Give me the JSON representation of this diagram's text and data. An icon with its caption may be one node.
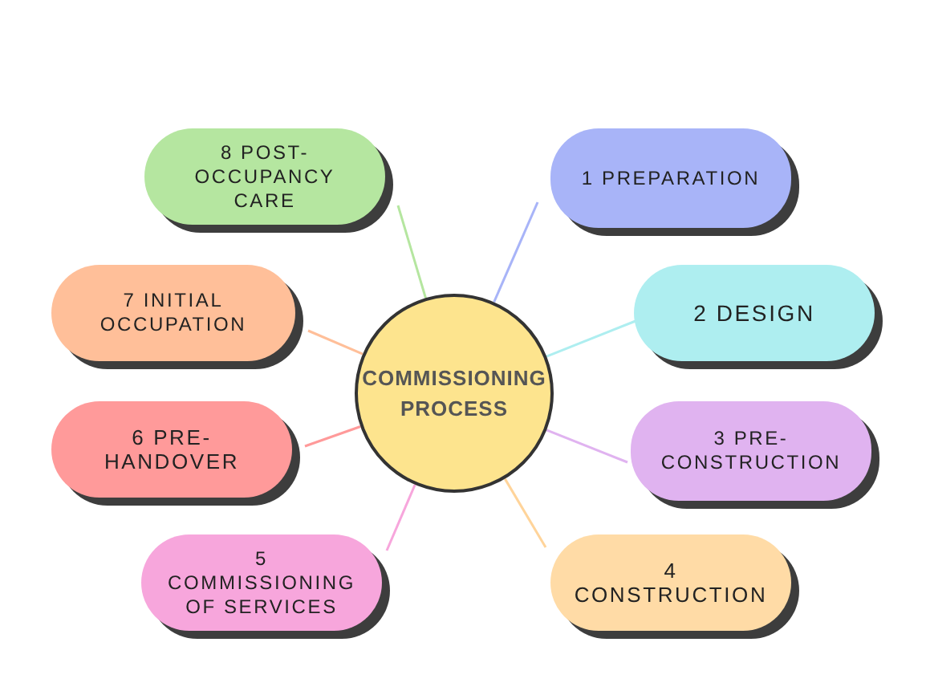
{
  "diagram": {
    "nodes": [
      {
        "text": [
          "8 POST-OCCUPANCY CARE"
        ]
      },
      {
        "text": [
          "1 PREPARATION"
        ]
      },
      {
        "text": [
          "7 INITIAL OCCUPATION"
        ]
      },
      {
        "text": [
          "2 DESIGN"
        ]
      },
      {
        "text": [
          "COMMISSIONING PROCESS"
        ]
      },
      {
        "text": [
          "6 PRE-HANDOVER"
        ]
      },
      {
        "text": [
          "3 PRE-CONSTRUCTION"
        ]
      },
      {
        "text": [
          "5 COMMISSIONING OF SERVICES"
        ]
      },
      {
        "text": [
          "4 CONSTRUCTION"
        ]
      }
    ],
    "edges": [
      {
        "from": 4,
        "to": 1,
        "arrow": "none",
        "color": "#a8b4f8"
      },
      {
        "from": 4,
        "to": 3,
        "arrow": "none",
        "color": "#aeeef0"
      },
      {
        "from": 4,
        "to": 6,
        "arrow": "none",
        "color": "#e0b3f0"
      },
      {
        "from": 4,
        "to": 8,
        "arrow": "none",
        "color": "#ffd49a"
      },
      {
        "from": 4,
        "to": 7,
        "arrow": "none",
        "color": "#f7a6dc"
      },
      {
        "from": 4,
        "to": 5,
        "arrow": "none",
        "color": "#ff9a9a"
      },
      {
        "from": 4,
        "to": 2,
        "arrow": "none",
        "color": "#ffbf99"
      },
      {
        "from": 4,
        "to": 0,
        "arrow": "none",
        "color": "#b5e6a0"
      }
    ]
  }
}
